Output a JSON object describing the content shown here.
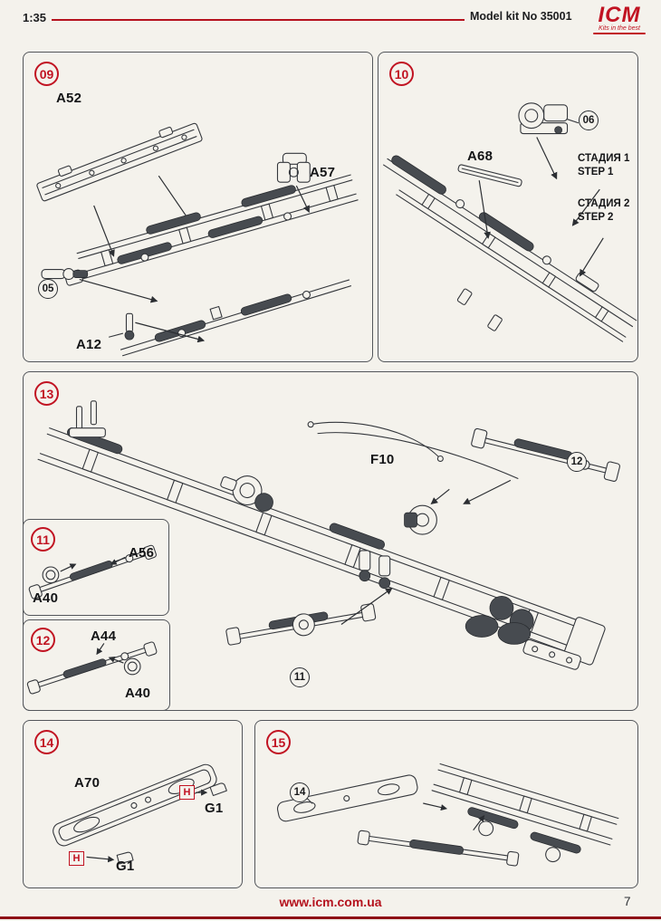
{
  "header": {
    "scale": "1:35",
    "kit_number": "Model kit No 35001",
    "brand": "ICM",
    "brand_tagline": "Kits in the best"
  },
  "footer": {
    "website": "www.icm.com.ua",
    "page_number": "7"
  },
  "colors": {
    "accent_red": "#c11322",
    "ink": "#2c2f33",
    "paper": "#f4f2ec"
  },
  "steps": {
    "s09": {
      "badge": "09",
      "part_a52": "A52",
      "part_a57": "A57",
      "part_a12": "A12",
      "ref_05": "05"
    },
    "s10": {
      "badge": "10",
      "part_a68": "A68",
      "ref_06": "06",
      "stage1_ru": "СТАДИЯ 1",
      "stage1_en": "STEP 1",
      "stage2_ru": "СТАДИЯ 2",
      "stage2_en": "STEP 2"
    },
    "s13": {
      "badge": "13",
      "part_f10": "F10",
      "ref_12": "12",
      "ref_11": "11"
    },
    "s11": {
      "badge": "11",
      "part_a56": "A56",
      "part_a40": "A40"
    },
    "s12": {
      "badge": "12",
      "part_a44": "A44",
      "part_a40": "A40"
    },
    "s14": {
      "badge": "14",
      "part_a70": "A70",
      "part_g1": "G1",
      "fit_h": "H"
    },
    "s15": {
      "badge": "15",
      "ref_14": "14"
    }
  }
}
